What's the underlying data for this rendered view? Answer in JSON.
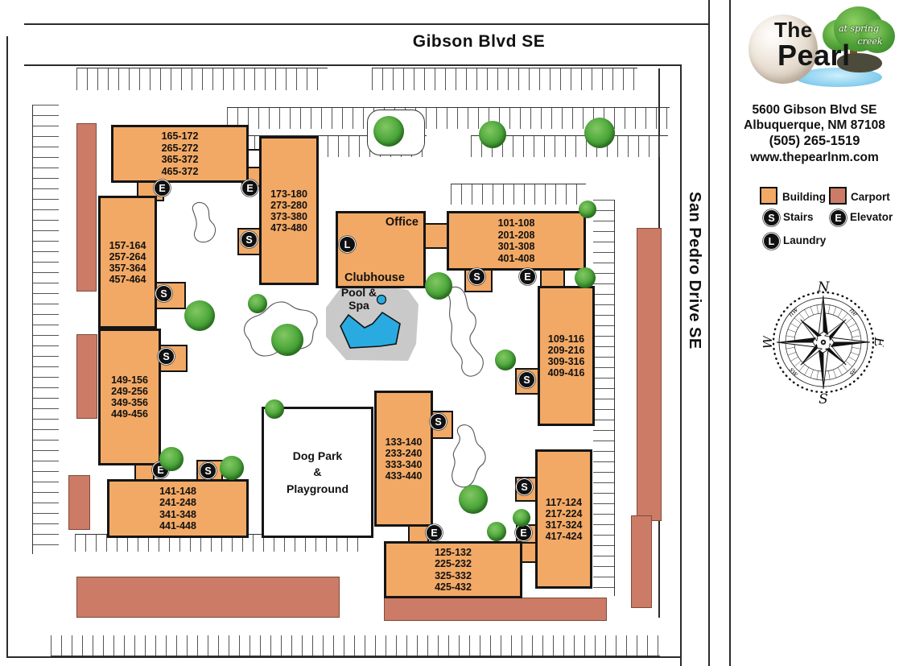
{
  "streets": {
    "top": "Gibson Blvd SE",
    "right": "San Pedro Drive SE"
  },
  "logo": {
    "the": "The",
    "pearl": "Pearl",
    "tag_line1": "at spring",
    "tag_line2": "creek"
  },
  "info": {
    "address1": "5600 Gibson Blvd SE",
    "address2": "Albuquerque, NM 87108",
    "phone": "(505) 265-1519",
    "website": "www.thepearlnm.com"
  },
  "legend": {
    "building": "Building",
    "carport": "Carport",
    "stairs": "Stairs",
    "elevator": "Elevator",
    "laundry": "Laundry"
  },
  "compass": {
    "n": "N",
    "e": "E",
    "s": "S",
    "w": "W",
    "nw": "nw",
    "ne": "ne",
    "sw": "sw",
    "se": "se"
  },
  "map": {
    "symbols": {
      "s": "S",
      "e": "E",
      "l": "L"
    },
    "office": "Office",
    "clubhouse": "Clubhouse",
    "pool": "Pool &\nSpa",
    "dogpark": "Dog Park\n&\nPlayground",
    "buildings": {
      "b165": "165-172\n265-272\n365-372\n465-372",
      "b173": "173-180\n273-280\n373-380\n473-480",
      "b157": "157-164\n257-264\n357-364\n457-464",
      "b149": "149-156\n249-256\n349-356\n449-456",
      "b141": "141-148\n241-248\n341-348\n441-448",
      "b101": "101-108\n201-208\n301-308\n401-408",
      "b109": "109-116\n209-216\n309-316\n409-416",
      "b117": "117-124\n217-224\n317-324\n417-424",
      "b125": "125-132\n225-232\n325-332\n425-432",
      "b133": "133-140\n233-240\n333-340\n433-440"
    }
  },
  "colors": {
    "building": "#F2A965",
    "carport": "#CC7B66",
    "pool": "#29ABE2",
    "deck": "#C9C9C9",
    "tree": "#4EA83C"
  }
}
